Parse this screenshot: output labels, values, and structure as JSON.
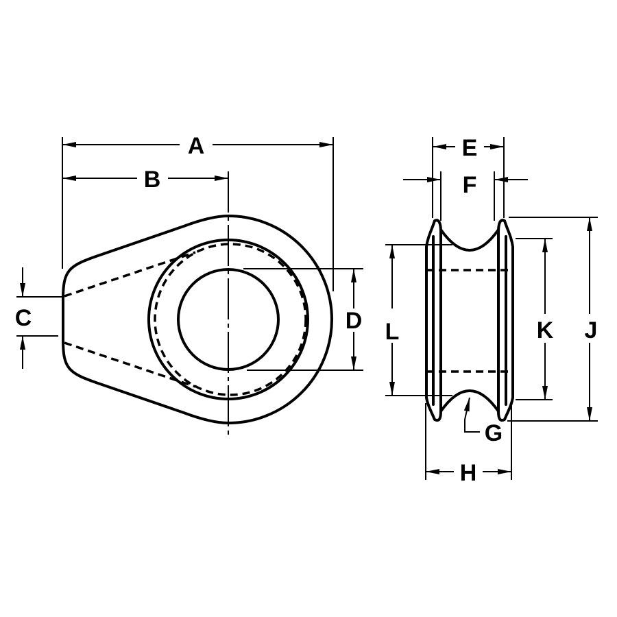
{
  "diagram": {
    "type": "engineering-dimension-drawing",
    "subject": "wire rope thimble / sheave",
    "views": [
      "side-view",
      "edge-view"
    ],
    "labels": {
      "A": "A",
      "B": "B",
      "C": "C",
      "D": "D",
      "E": "E",
      "F": "F",
      "G": "G",
      "H": "H",
      "J": "J",
      "K": "K",
      "L": "L"
    },
    "colors": {
      "line": "#000000",
      "background": "#ffffff"
    }
  }
}
